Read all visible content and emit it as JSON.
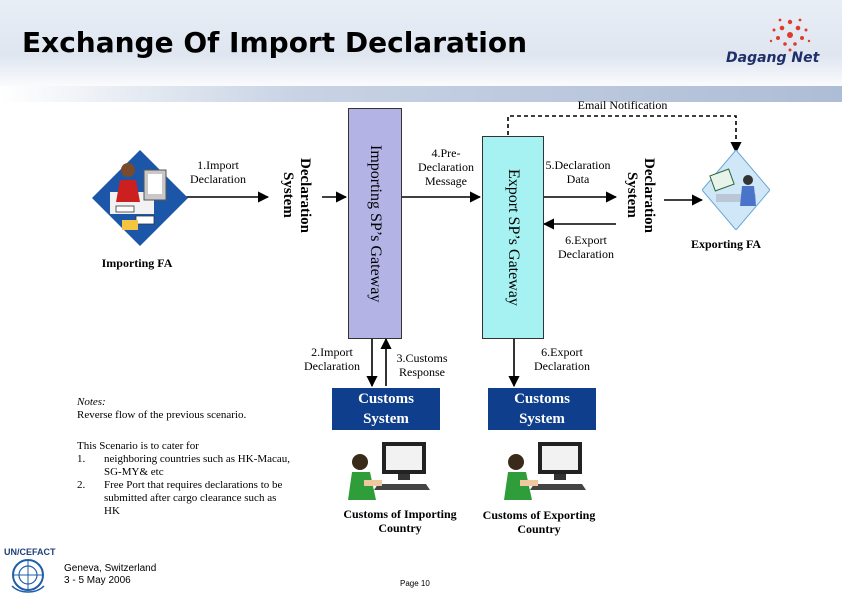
{
  "title": "Exchange Of Import Declaration",
  "logo": {
    "text": "Dagang Net"
  },
  "email_notification": "Email Notification",
  "importing_fa": "Importing FA",
  "exporting_fa": "Exporting FA",
  "steps": {
    "s1": "1.Import Declaration",
    "s2": "2.Import Declaration",
    "s3": "3.Customs Response",
    "s4": "4.Pre-Declaration Message",
    "s5": "5.Declaration Data",
    "s6a": "6.Export Declaration",
    "s6b": "6.Export Declaration"
  },
  "importing_decl_system": "Declaration System",
  "exporting_decl_system": "Declaration System",
  "importing_gateway": "Importing SP’s Gateway",
  "export_gateway": "Export SP’s Gateway",
  "customs_import": {
    "box": "Customs System",
    "caption": "Customs of Importing Country"
  },
  "customs_export": {
    "box": "Customs System",
    "caption": "Customs of Exporting Country"
  },
  "notes": {
    "label": "Notes:",
    "text": "Reverse flow of the previous scenario."
  },
  "scenario": {
    "intro": "This Scenario is to cater for",
    "items": [
      {
        "num": "1.",
        "text": "neighboring countries such as HK-Macau, SG-MY& etc"
      },
      {
        "num": "2.",
        "text": "Free Port that requires declarations to be submitted after cargo clearance such as HK"
      }
    ]
  },
  "footer": {
    "org": "UN/CEFACT",
    "location": "Geneva, Switzerland",
    "date": "3 - 5 May 2006",
    "page": "Page 10"
  },
  "colors": {
    "gateway_import": "#b3b3e6",
    "gateway_export": "#a6f2f2",
    "customs_box": "#0f3f8c",
    "arrow": "#000000"
  }
}
